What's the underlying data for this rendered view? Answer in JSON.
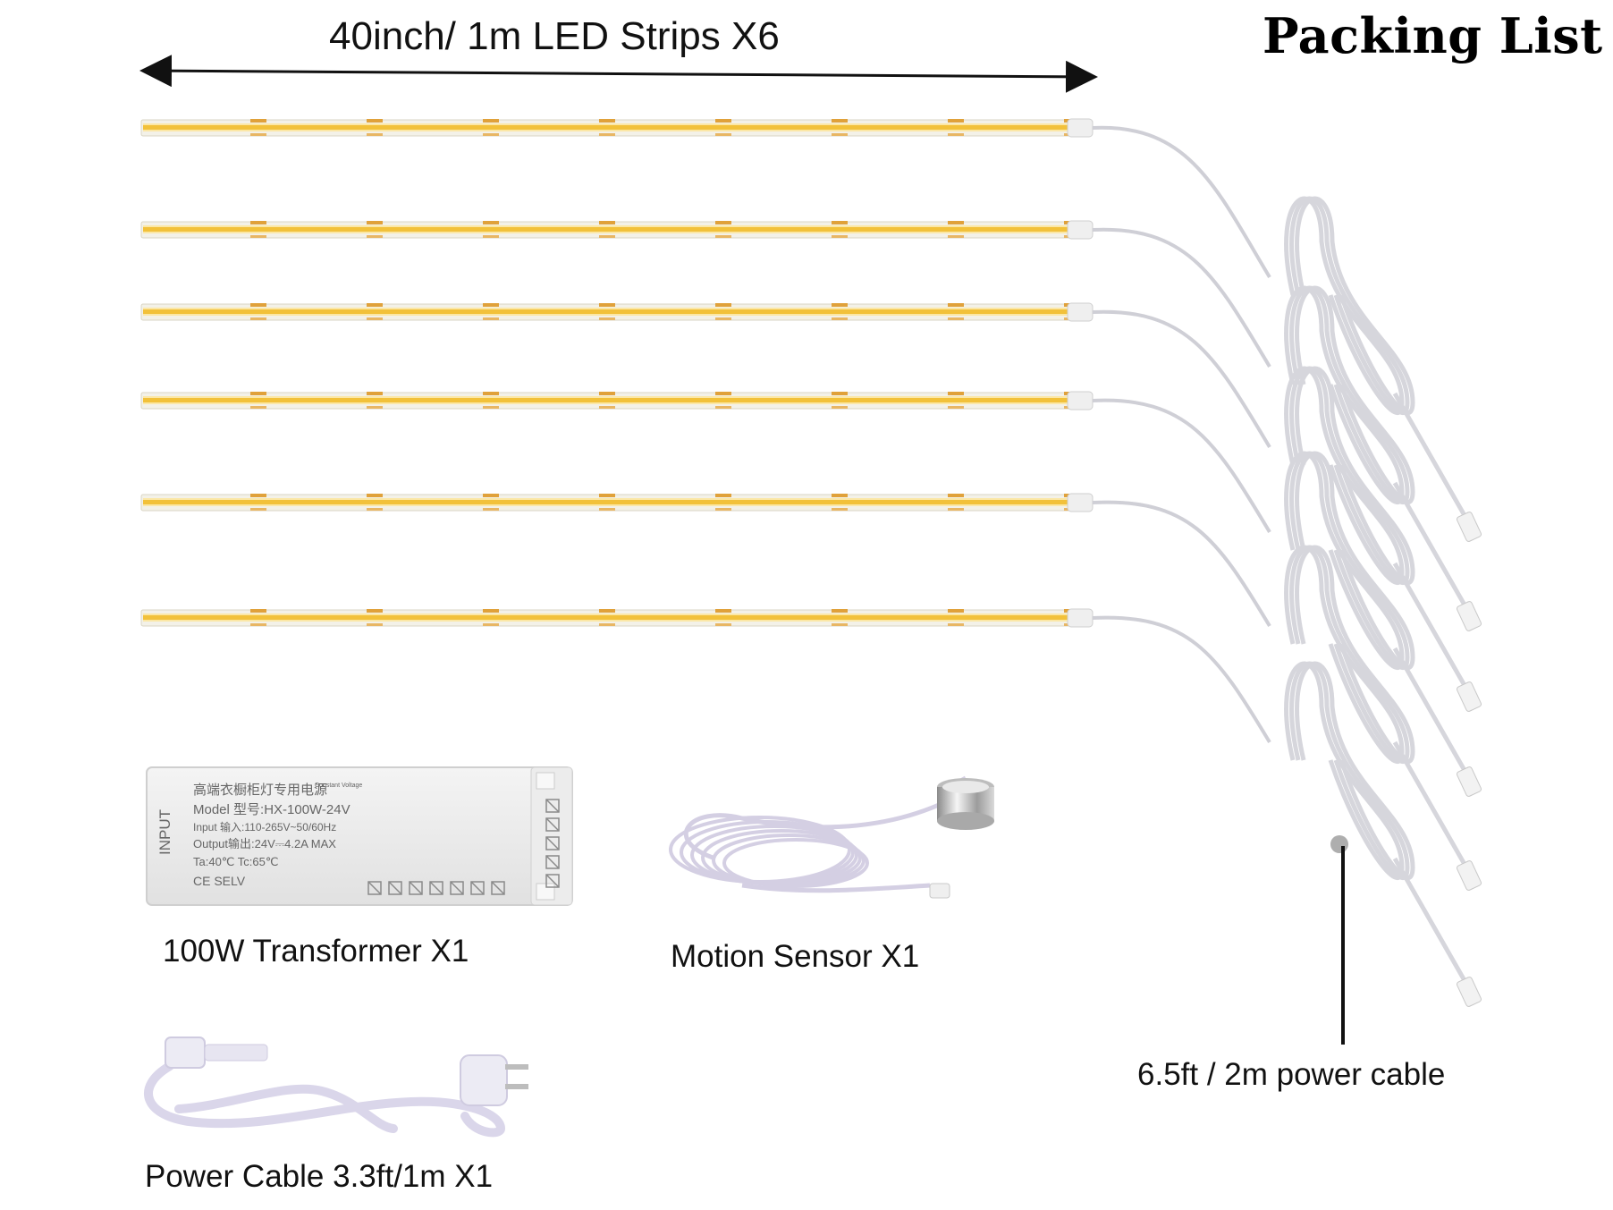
{
  "title": "Packing List",
  "strips": {
    "label": "40inch/ 1m LED Strips X6",
    "count": 6,
    "color_led": "#f2c13a",
    "color_base": "#fbe7a6"
  },
  "transformer": {
    "caption": "100W Transformer X1",
    "line1": "高端衣橱柜灯专用电源",
    "cv": "Constant Voltage",
    "model": "Model  型号:HX-100W-24V",
    "input": "Input   输入:110-265V~50/60Hz",
    "output": "Output输出:24V⎓4.2A  MAX",
    "temp": "Ta:40℃  Tc:65℃",
    "cert": "CE SELV",
    "side": "INPUT"
  },
  "sensor": {
    "caption": "Motion Sensor X1"
  },
  "power_cable": {
    "caption": "Power Cable 3.3ft/1m X1"
  },
  "lead_cable": {
    "caption": "6.5ft / 2m power cable"
  }
}
